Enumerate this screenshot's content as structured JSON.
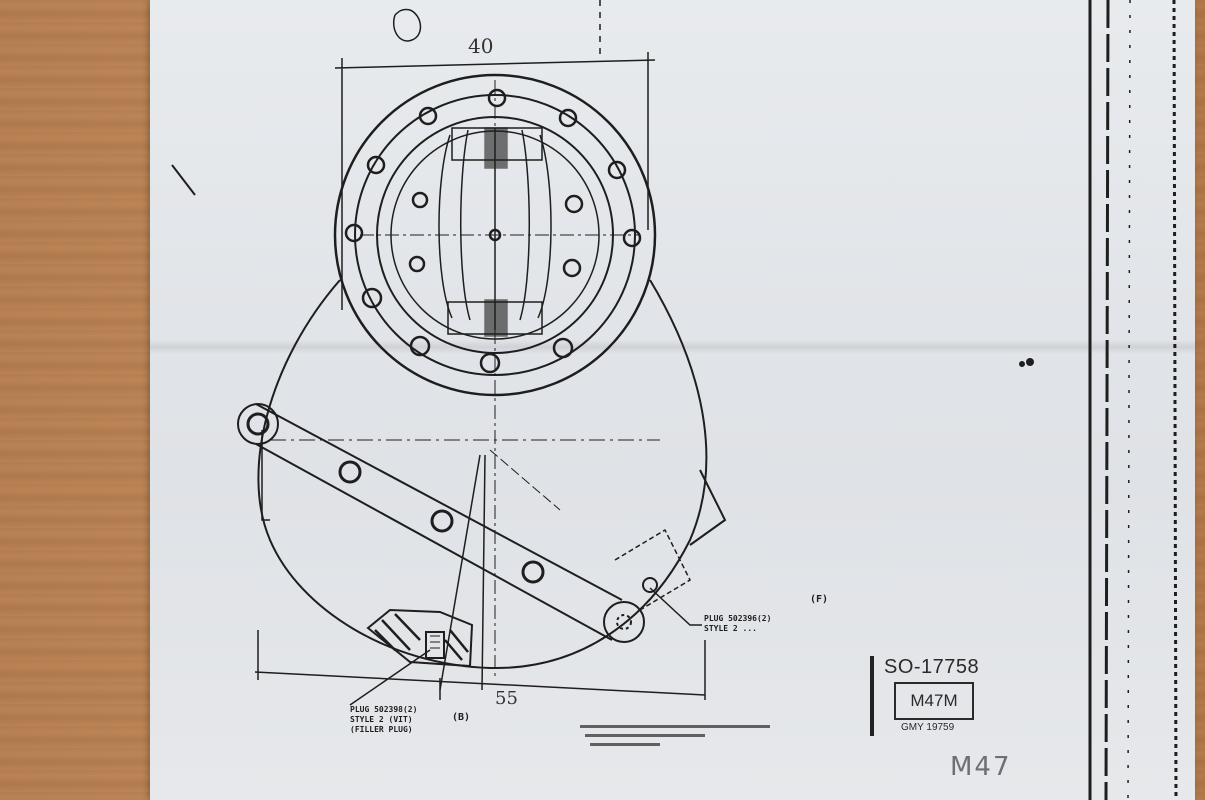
{
  "dimensions": {
    "top": "40",
    "bottom": "55"
  },
  "plugs": {
    "right": {
      "line1": "PLUG 502396(2)",
      "line2": "STYLE 2 ...",
      "ref": "(F)"
    },
    "left": {
      "line1": "PLUG 502398(2)",
      "line2": "STYLE 2 (VIT)",
      "line3": "(FILLER PLUG)",
      "ref": "(B)"
    }
  },
  "title_block": {
    "so_number": "SO-17758",
    "model": "M47M",
    "gmy": "GMY 19759"
  },
  "handwritten": "M47",
  "colors": {
    "paper": "#e3e6e9",
    "ink": "#1e1e1e",
    "wood": "#bf8756"
  }
}
